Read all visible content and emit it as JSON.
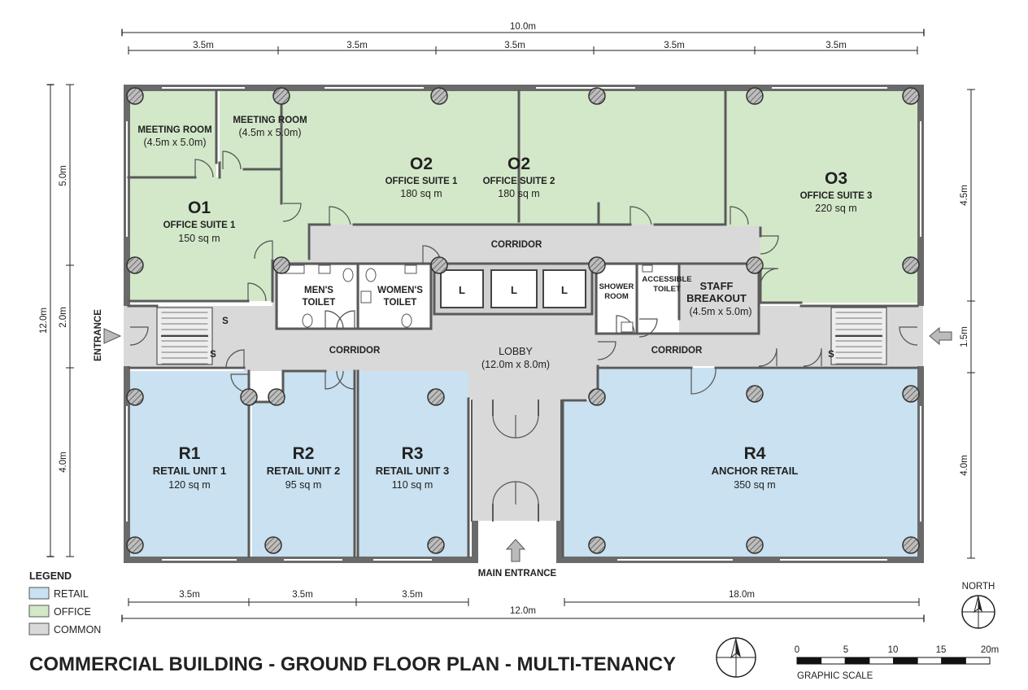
{
  "title": "COMMERCIAL BUILDING - GROUND FLOOR PLAN - MULTI-TENANCY",
  "colors": {
    "retail": "#c9e1f0",
    "office": "#d3e8c9",
    "common": "#d9d9d9",
    "wall": "#5a5a5a"
  },
  "rooms": {
    "meeting1": {
      "name": "MEETING ROOM",
      "size": "(4.5m x 5.0m)"
    },
    "meeting2": {
      "name": "MEETING ROOM",
      "size": "(4.5m x 5.0m)"
    },
    "o1": {
      "code": "O1",
      "name": "OFFICE SUITE 1",
      "area": "150 sq m"
    },
    "o2a": {
      "code": "O2",
      "name": "OFFICE SUITE 1",
      "area": "180 sq m"
    },
    "o2b": {
      "code": "O2",
      "name": "OFFICE SUITE 2",
      "area": "180 sq m"
    },
    "o3": {
      "code": "O3",
      "name": "OFFICE SUITE 3",
      "area": "220 sq m"
    },
    "mens_toilet": {
      "line1": "MEN'S",
      "line2": "TOILET"
    },
    "womens_toilet": {
      "line1": "WOMEN'S",
      "line2": "TOILET"
    },
    "lift": "L",
    "shower": {
      "line1": "SHOWER",
      "line2": "ROOM"
    },
    "accessible": {
      "line1": "ACCESSIBLE",
      "line2": "TOILET"
    },
    "staff": {
      "line1": "STAFF",
      "line2": "BREAKOUT",
      "size": "(4.5m x 5.0m)"
    },
    "corridor": "CORRIDOR",
    "lobby": {
      "name": "LOBBY",
      "size": "(12.0m x 8.0m)"
    },
    "stair": "S",
    "r1": {
      "code": "R1",
      "name": "RETAIL UNIT 1",
      "area": "120 sq m"
    },
    "r2": {
      "code": "R2",
      "name": "RETAIL UNIT 2",
      "area": "95 sq m"
    },
    "r3": {
      "code": "R3",
      "name": "RETAIL UNIT 3",
      "area": "110 sq m"
    },
    "r4": {
      "code": "R4",
      "name": "ANCHOR RETAIL",
      "area": "350 sq m"
    }
  },
  "labels": {
    "entrance": "ENTRANCE",
    "main_entrance": "MAIN ENTRANCE",
    "north": "NORTH"
  },
  "dimensions": {
    "top_total": "10.0m",
    "top_segments": [
      "3.5m",
      "3.5m",
      "3.5m",
      "3.5m",
      "3.5m"
    ],
    "left_total": "12.0m",
    "left_segments": [
      "5.0m",
      "2.0m",
      "4.0m"
    ],
    "right_segments": [
      "4.5m",
      "1.5m",
      "4.0m"
    ],
    "bottom_segments": [
      "3.5m",
      "3.5m",
      "3.5m",
      "18.0m"
    ],
    "bottom_total": "12.0m"
  },
  "legend": {
    "title": "LEGEND",
    "items": [
      "RETAIL",
      "OFFICE",
      "COMMON"
    ]
  },
  "scale": {
    "ticks": [
      "0",
      "5",
      "10",
      "15",
      "20m"
    ],
    "label": "GRAPHIC SCALE"
  }
}
